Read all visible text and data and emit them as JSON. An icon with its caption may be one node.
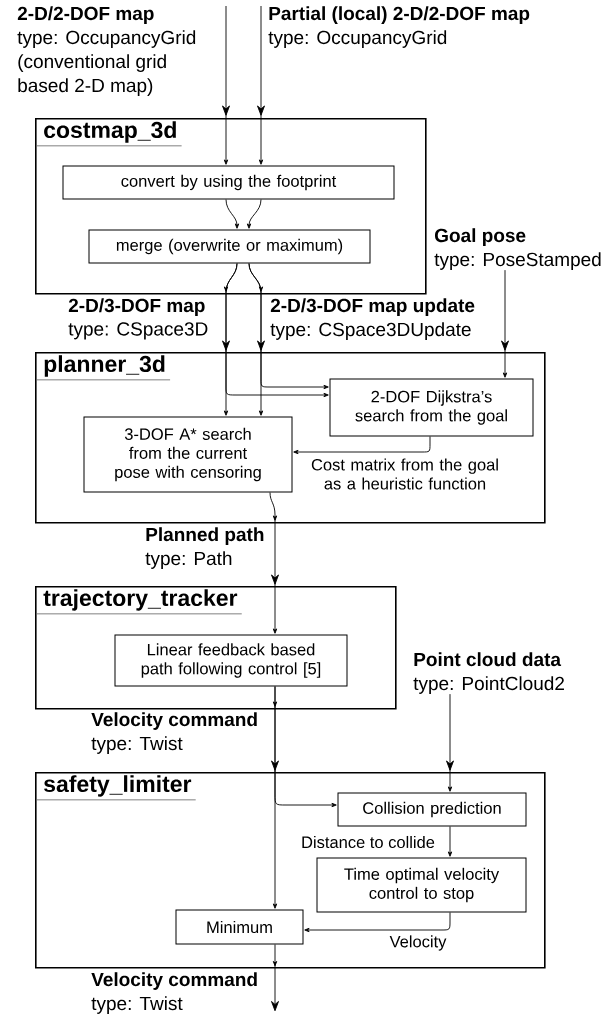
{
  "diagram": {
    "nodes": [
      {
        "text": [
          "costmap_3d"
        ]
      },
      {
        "text": [
          "convert by using the footprint"
        ],
        "in": 0
      },
      {
        "text": [
          "merge (overwrite or maximum)"
        ],
        "in": 0
      },
      {
        "text": [
          "planner_3d"
        ]
      },
      {
        "text": [
          "2-DOF Dijkstra’s search from the goal"
        ],
        "in": 3
      },
      {
        "text": [
          "3-DOF A* search from the current pose with censoring"
        ],
        "in": 3
      },
      {
        "text": [
          "trajectory_tracker"
        ]
      },
      {
        "text": [
          "Linear feedback based path following control [5]"
        ],
        "in": 6
      },
      {
        "text": [
          "safety_limiter"
        ]
      },
      {
        "text": [
          "Collision prediction"
        ],
        "in": 8
      },
      {
        "text": [
          "Time optimal velocity control to stop"
        ],
        "in": 8
      },
      {
        "text": [
          "Minimum"
        ],
        "in": 8
      },
      {
        "text": [
          "2-D/2-DOF map",
          "type: OccupancyGrid",
          "(conventional grid based 2-D map)"
        ]
      },
      {
        "text": [
          "Partial (local) 2-D/2-DOF map",
          "type: OccupancyGrid"
        ]
      },
      {
        "text": [
          "Goal pose",
          "type: PoseStamped"
        ]
      },
      {
        "text": [
          "Point cloud data",
          "type: PointCloud2"
        ]
      }
    ],
    "edges": [
      {
        "from": 12,
        "to": 1,
        "arrow": "to"
      },
      {
        "from": 13,
        "to": 1,
        "arrow": "to"
      },
      {
        "from": 1,
        "to": 2,
        "arrow": "to"
      },
      {
        "from": 1,
        "to": 2,
        "arrow": "to"
      },
      {
        "from": 2,
        "to": 5,
        "arrow": "to"
      },
      {
        "from": 2,
        "to": 5,
        "arrow": "to"
      },
      {
        "from": 2,
        "to": 4,
        "arrow": "to"
      },
      {
        "from": 2,
        "to": 4,
        "arrow": "to"
      },
      {
        "from": 14,
        "to": 4,
        "arrow": "to"
      },
      {
        "from": 4,
        "to": 5,
        "arrow": "to",
        "label": "Cost matrix from the goal as a heuristic function"
      },
      {
        "from": 5,
        "to": 7,
        "arrow": "to"
      },
      {
        "from": 7,
        "to": 11,
        "arrow": "to"
      },
      {
        "from": 7,
        "to": 9,
        "arrow": "to"
      },
      {
        "from": 15,
        "to": 9,
        "arrow": "to"
      },
      {
        "from": 9,
        "to": 10,
        "arrow": "to",
        "label": "Distance to collide"
      },
      {
        "from": 10,
        "to": 11,
        "arrow": "to",
        "label": "Velocity"
      },
      {
        "from": 11,
        "to": null,
        "arrow": "to"
      }
    ],
    "labels": [
      "2-D/3-DOF map",
      "type: CSpace3D",
      "2-D/3-DOF map update",
      "type: CSpace3DUpdate",
      "Planned path",
      "type: Path",
      "Velocity command",
      "type: Twist",
      "Velocity command",
      "type: Twist"
    ]
  }
}
